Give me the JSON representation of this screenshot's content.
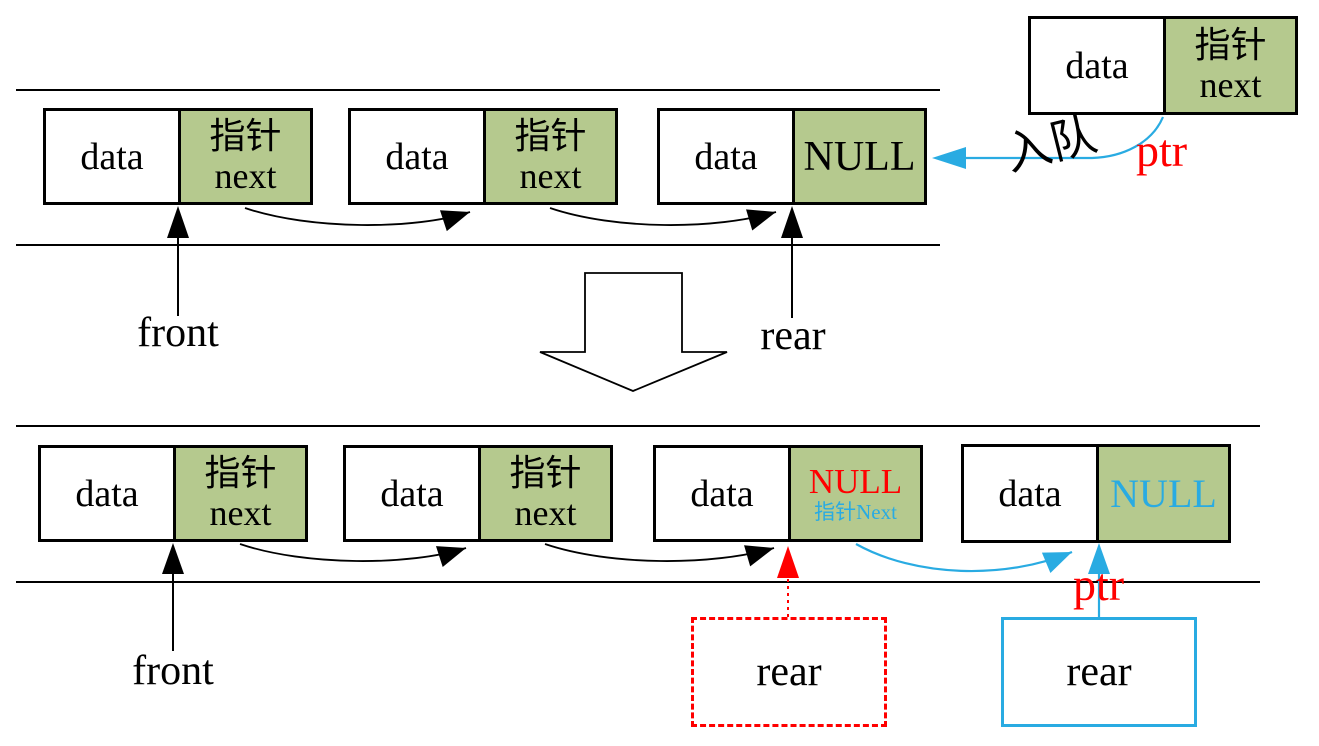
{
  "colors": {
    "node_pointer_green": "#b5c98e",
    "accent_blue": "#29abe2",
    "accent_red": "#ff0000",
    "line_black": "#000000"
  },
  "top_section": {
    "nodes": [
      {
        "data": "data",
        "pointer_line1": "指针",
        "pointer_line2": "next"
      },
      {
        "data": "data",
        "pointer_line1": "指针",
        "pointer_line2": "next"
      },
      {
        "data": "data",
        "pointer": "NULL"
      }
    ],
    "front_label": "front",
    "rear_label": "rear"
  },
  "new_node": {
    "data": "data",
    "pointer_line1": "指针",
    "pointer_line2": "next",
    "enqueue_label": "入队",
    "ptr_label": "ptr"
  },
  "bottom_section": {
    "nodes": [
      {
        "data": "data",
        "pointer_line1": "指针",
        "pointer_line2": "next"
      },
      {
        "data": "data",
        "pointer_line1": "指针",
        "pointer_line2": "next"
      },
      {
        "data": "data",
        "old_pointer": "NULL",
        "new_pointer": "指针Next"
      },
      {
        "data": "data",
        "pointer": "NULL"
      }
    ],
    "front_label": "front",
    "old_rear_label": "rear",
    "new_rear_label": "rear",
    "ptr_label": "ptr"
  }
}
